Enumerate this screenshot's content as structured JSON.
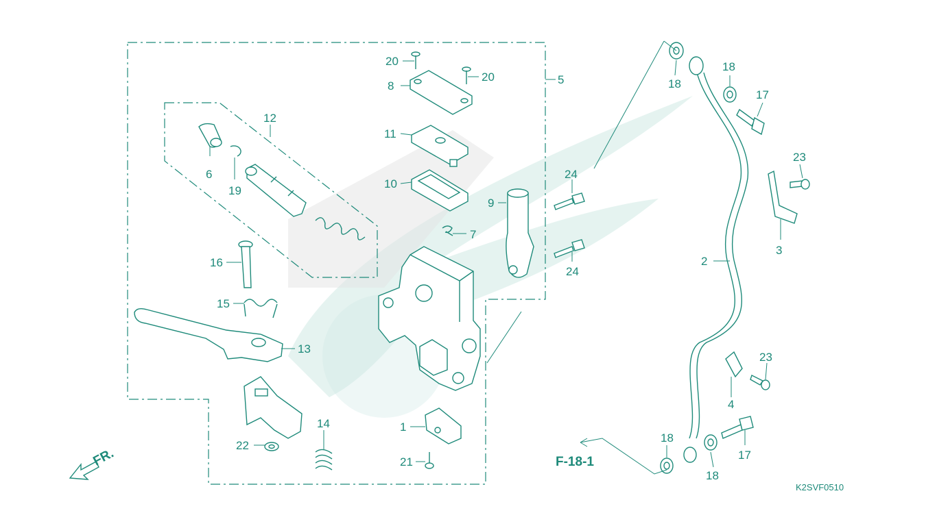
{
  "callouts": [
    {
      "id": "c1",
      "text": "1"
    },
    {
      "id": "c2",
      "text": "2"
    },
    {
      "id": "c3",
      "text": "3"
    },
    {
      "id": "c4",
      "text": "4"
    },
    {
      "id": "c5",
      "text": "5"
    },
    {
      "id": "c6",
      "text": "6"
    },
    {
      "id": "c7",
      "text": "7"
    },
    {
      "id": "c8",
      "text": "8"
    },
    {
      "id": "c9",
      "text": "9"
    },
    {
      "id": "c10",
      "text": "10"
    },
    {
      "id": "c11",
      "text": "11"
    },
    {
      "id": "c12",
      "text": "12"
    },
    {
      "id": "c13",
      "text": "13"
    },
    {
      "id": "c14",
      "text": "14"
    },
    {
      "id": "c15",
      "text": "15"
    },
    {
      "id": "c16",
      "text": "16"
    },
    {
      "id": "c17a",
      "text": "17"
    },
    {
      "id": "c17b",
      "text": "17"
    },
    {
      "id": "c18a",
      "text": "18"
    },
    {
      "id": "c18b",
      "text": "18"
    },
    {
      "id": "c18c",
      "text": "18"
    },
    {
      "id": "c18d",
      "text": "18"
    },
    {
      "id": "c19",
      "text": "19"
    },
    {
      "id": "c20a",
      "text": "20"
    },
    {
      "id": "c20b",
      "text": "20"
    },
    {
      "id": "c21",
      "text": "21"
    },
    {
      "id": "c22",
      "text": "22"
    },
    {
      "id": "c23a",
      "text": "23"
    },
    {
      "id": "c23b",
      "text": "23"
    },
    {
      "id": "c24a",
      "text": "24"
    },
    {
      "id": "c24b",
      "text": "24"
    }
  ],
  "reference": "F-18-1",
  "direction_label": "FR.",
  "diagram_code": "K2SVF0510"
}
